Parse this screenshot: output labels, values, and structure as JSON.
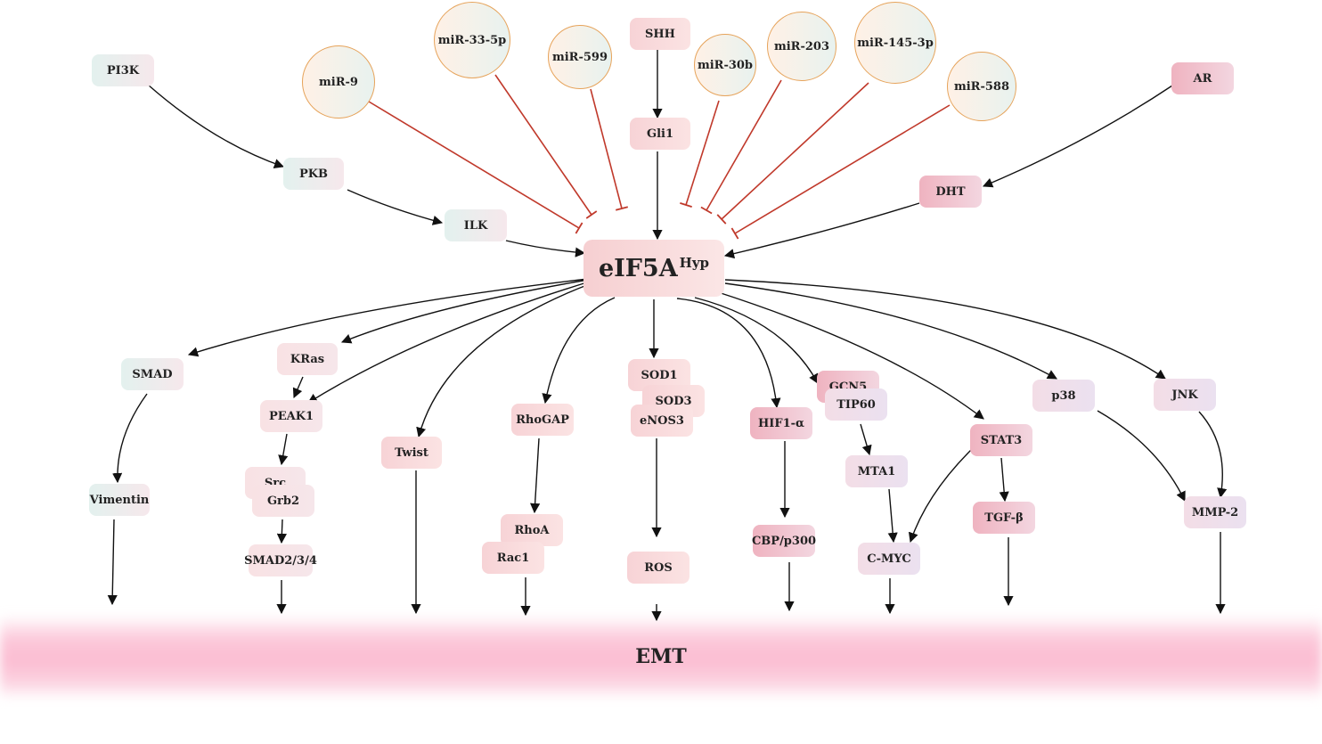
{
  "center": {
    "main": "eIF5A",
    "sup": "Hyp"
  },
  "outcome": "EMT",
  "colors": {
    "activation": "#111111",
    "inhibition": "#c0392b",
    "circle_border": "#e6a35a"
  },
  "mirnas": [
    "miR-9",
    "miR-33-5p",
    "miR-599",
    "miR-30b",
    "miR-203",
    "miR-145-3p",
    "miR-588"
  ],
  "upstream": {
    "PI3K": "PI3K",
    "PKB": "PKB",
    "ILK": "ILK",
    "SHH": "SHH",
    "Gli1": "Gli1",
    "AR": "AR",
    "DHT": "DHT"
  },
  "downstream": {
    "SMAD": "SMAD",
    "Vimentin": "Vimentin",
    "KRas": "KRas",
    "PEAK1": "PEAK1",
    "Src": "Src",
    "Grb2": "Grb2",
    "SMAD234": "SMAD2/3/4",
    "Twist": "Twist",
    "RhoGAP": "RhoGAP",
    "RhoA": "RhoA",
    "Rac1": "Rac1",
    "SOD1": "SOD1",
    "SOD3": "SOD3",
    "eNOS3": "eNOS3",
    "ROS": "ROS",
    "HIF1a": "HIF1-α",
    "CBP": "CBP/p300",
    "GCN5": "GCN5",
    "TIP60": "TIP60",
    "MTA1": "MTA1",
    "CMYC": "C-MYC",
    "STAT3": "STAT3",
    "TGFb": "TGF-β",
    "p38": "p38",
    "JNK": "JNK",
    "MMP2": "MMP-2"
  }
}
